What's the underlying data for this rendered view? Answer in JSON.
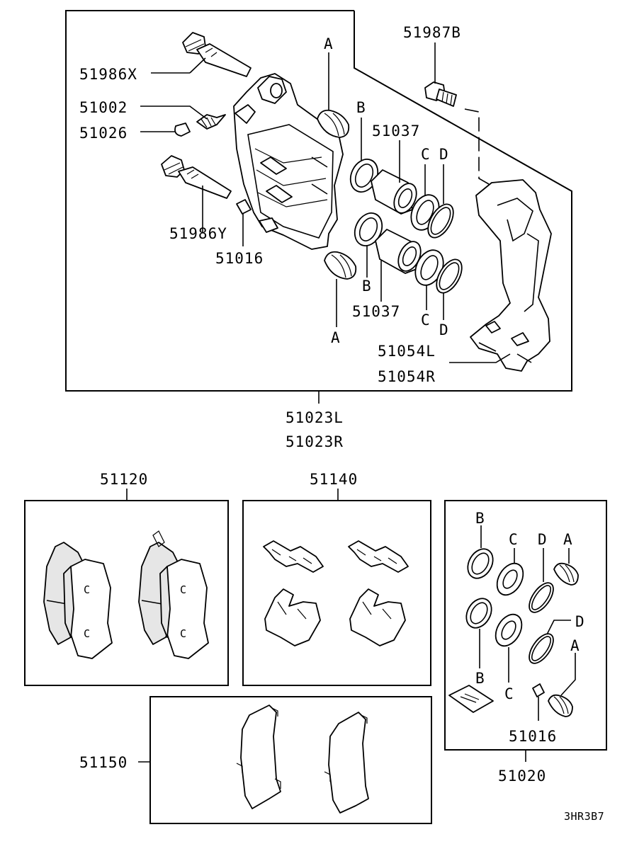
{
  "diagram": {
    "code": "3HR3B7",
    "labels": {
      "p51987B": "51987B",
      "p51986X": "51986X",
      "p51002": "51002",
      "p51026": "51026",
      "p51986Y": "51986Y",
      "p51016_top": "51016",
      "p51037_top": "51037",
      "p51037_bot": "51037",
      "p51054L": "51054L",
      "p51054R": "51054R",
      "p51023L": "51023L",
      "p51023R": "51023R",
      "p51120": "51120",
      "p51140": "51140",
      "p51150": "51150",
      "p51016_kit": "51016",
      "p51020": "51020"
    },
    "letters": {
      "A": "A",
      "B": "B",
      "C": "C",
      "D": "D"
    }
  }
}
